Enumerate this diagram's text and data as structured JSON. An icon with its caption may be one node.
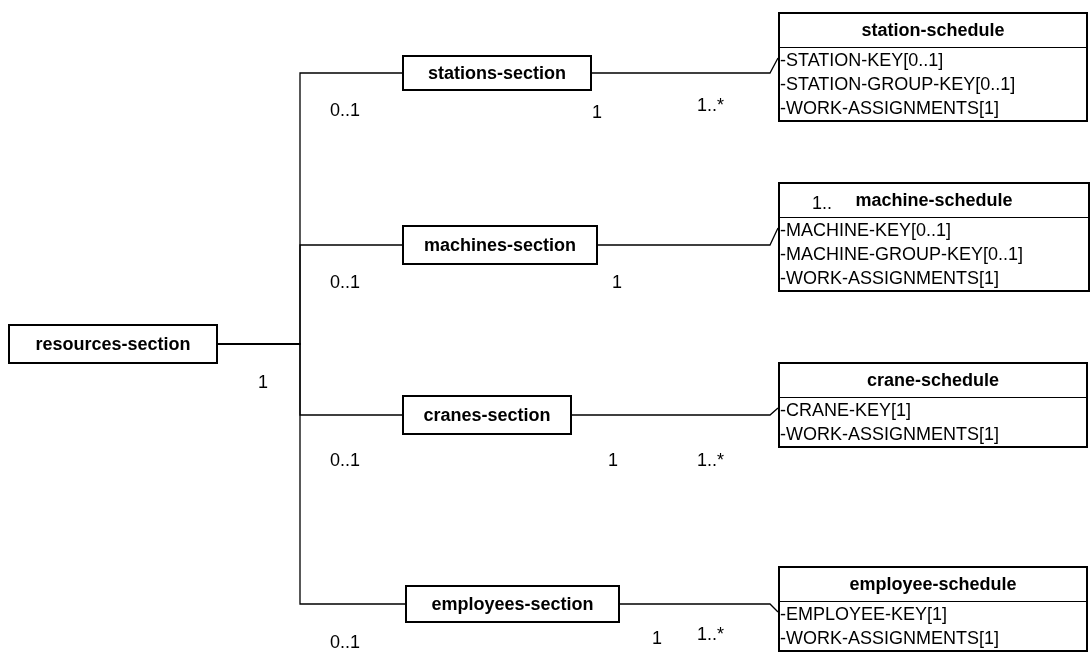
{
  "diagram": {
    "nodes": [
      {
        "text": [
          "resources-section"
        ]
      },
      {
        "text": [
          "stations-section"
        ]
      },
      {
        "text": [
          "machines-section"
        ]
      },
      {
        "text": [
          "cranes-section"
        ]
      },
      {
        "text": [
          "employees-section"
        ]
      },
      {
        "text": [
          "station-schedule",
          "-STATION-KEY[0..1]",
          "-STATION-GROUP-KEY[0..1]",
          "-WORK-ASSIGNMENTS[1]"
        ]
      },
      {
        "text": [
          "machine-schedule",
          "-MACHINE-KEY[0..1]",
          "-MACHINE-GROUP-KEY[0..1]",
          "-WORK-ASSIGNMENTS[1]"
        ]
      },
      {
        "text": [
          "crane-schedule",
          "-CRANE-KEY[1]",
          "-WORK-ASSIGNMENTS[1]"
        ]
      },
      {
        "text": [
          "employee-schedule",
          "-EMPLOYEE-KEY[1]",
          "-WORK-ASSIGNMENTS[1]"
        ]
      }
    ],
    "edges": [
      {
        "from": 0,
        "to": 1,
        "arrow": "none"
      },
      {
        "from": 0,
        "to": 2,
        "arrow": "none"
      },
      {
        "from": 0,
        "to": 3,
        "arrow": "none"
      },
      {
        "from": 0,
        "to": 4,
        "arrow": "none"
      },
      {
        "from": 1,
        "to": 5,
        "arrow": "none"
      },
      {
        "from": 2,
        "to": 6,
        "arrow": "none"
      },
      {
        "from": 3,
        "to": 7,
        "arrow": "none"
      },
      {
        "from": 4,
        "to": 8,
        "arrow": "none"
      }
    ],
    "labels": [
      "0..1",
      "1",
      "1..*",
      "1..",
      "0..1",
      "1",
      "1",
      "0..1",
      "1",
      "1..*",
      "0..1",
      "1",
      "1..*"
    ]
  }
}
